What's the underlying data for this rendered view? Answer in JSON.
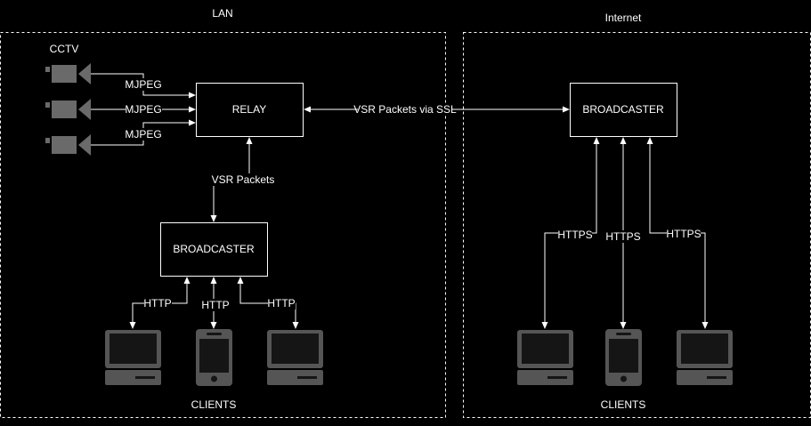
{
  "zones": {
    "lan": {
      "label": "LAN",
      "clients_label": "CLIENTS"
    },
    "internet": {
      "label": "Internet",
      "clients_label": "CLIENTS"
    }
  },
  "nodes": {
    "cctv_label": "CCTV",
    "relay": "RELAY",
    "lan_broadcaster": "BROADCASTER",
    "internet_broadcaster": "BROADCASTER"
  },
  "edges": {
    "camera_1": "MJPEG",
    "camera_2": "MJPEG",
    "camera_3": "MJPEG",
    "relay_to_internet": "VSR Packets via SSL",
    "relay_to_lan_broadcaster": "VSR Packets",
    "lan_client_1": "HTTP",
    "lan_client_2": "HTTP",
    "lan_client_3": "HTTP",
    "internet_client_1": "HTTPS",
    "internet_client_2": "HTTPS",
    "internet_client_3": "HTTPS"
  },
  "clients": {
    "lan": [
      "desktop-icon",
      "phone-icon",
      "desktop-icon"
    ],
    "internet": [
      "desktop-icon",
      "phone-icon",
      "desktop-icon"
    ]
  },
  "colors": {
    "background": "#000000",
    "stroke": "#ffffff",
    "icon_fill": "#505050",
    "icon_dark": "#1a1a1a"
  }
}
